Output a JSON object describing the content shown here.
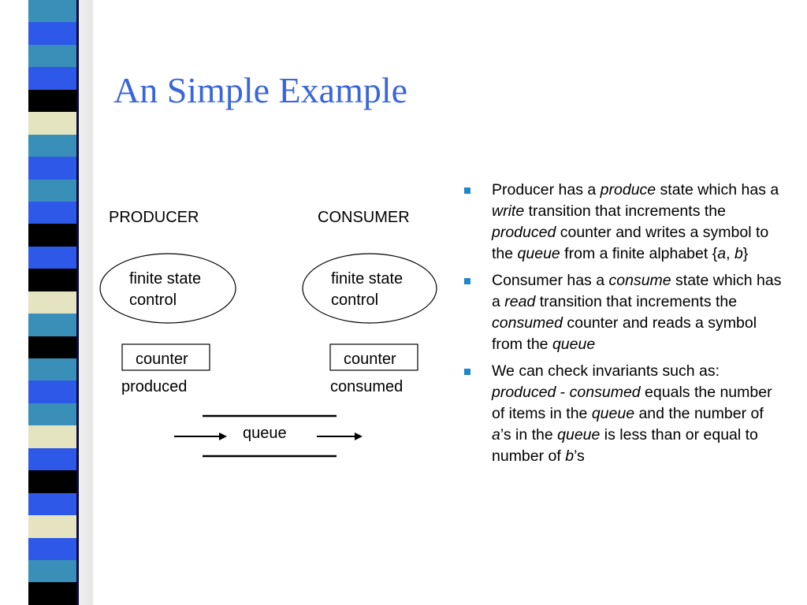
{
  "slide": {
    "title": "An Simple Example",
    "stripe_colors": [
      "#3a8fb8",
      "#2d58e8",
      "#3a8fb8",
      "#2d58e8",
      "#000000",
      "#e4e4c0",
      "#3a8fb8",
      "#2d58e8",
      "#3a8fb8",
      "#2d58e8",
      "#000000",
      "#2d58e8",
      "#000000",
      "#e4e4c0",
      "#3a8fb8",
      "#000000",
      "#3a8fb8",
      "#2d58e8",
      "#3a8fb8",
      "#e4e4c0",
      "#2d58e8",
      "#000000",
      "#2d58e8",
      "#e4e4c0",
      "#2d58e8",
      "#3a8fb8",
      "#000000"
    ]
  },
  "diagram": {
    "producer": {
      "heading": "PRODUCER",
      "fsc_line1": "finite state",
      "fsc_line2": "control",
      "counter_label": "counter",
      "counter_name": "produced"
    },
    "consumer": {
      "heading": "CONSUMER",
      "fsc_line1": "finite state",
      "fsc_line2": "control",
      "counter_label": "counter",
      "counter_name": "consumed"
    },
    "queue_label": "queue"
  },
  "bullets": [
    {
      "parts": [
        {
          "t": "Producer has a "
        },
        {
          "t": "produce",
          "i": true
        },
        {
          "t": " state which has a "
        },
        {
          "t": "write",
          "i": true
        },
        {
          "t": " transition that increments the "
        },
        {
          "t": "produced",
          "i": true
        },
        {
          "t": " counter and writes a symbol to the "
        },
        {
          "t": "queue",
          "i": true
        },
        {
          "t": " from a finite alphabet {"
        },
        {
          "t": "a",
          "i": true
        },
        {
          "t": ", "
        },
        {
          "t": "b",
          "i": true
        },
        {
          "t": "}"
        }
      ]
    },
    {
      "parts": [
        {
          "t": "Consumer has a "
        },
        {
          "t": "consume",
          "i": true
        },
        {
          "t": " state which has a "
        },
        {
          "t": "read",
          "i": true
        },
        {
          "t": " transition that increments the "
        },
        {
          "t": "consumed",
          "i": true
        },
        {
          "t": " counter and reads a symbol from the "
        },
        {
          "t": "queue",
          "i": true
        }
      ]
    },
    {
      "parts": [
        {
          "t": "We can check invariants such as: "
        },
        {
          "t": "produced",
          "i": true
        },
        {
          "t": " - "
        },
        {
          "t": "consumed",
          "i": true
        },
        {
          "t": " equals the number of items in the "
        },
        {
          "t": "queue",
          "i": true
        },
        {
          "t": " and the number of "
        },
        {
          "t": "a",
          "i": true
        },
        {
          "t": "’s in the "
        },
        {
          "t": "queue",
          "i": true
        },
        {
          "t": " is less than or equal to number of "
        },
        {
          "t": "b",
          "i": true
        },
        {
          "t": "’s"
        }
      ]
    }
  ]
}
